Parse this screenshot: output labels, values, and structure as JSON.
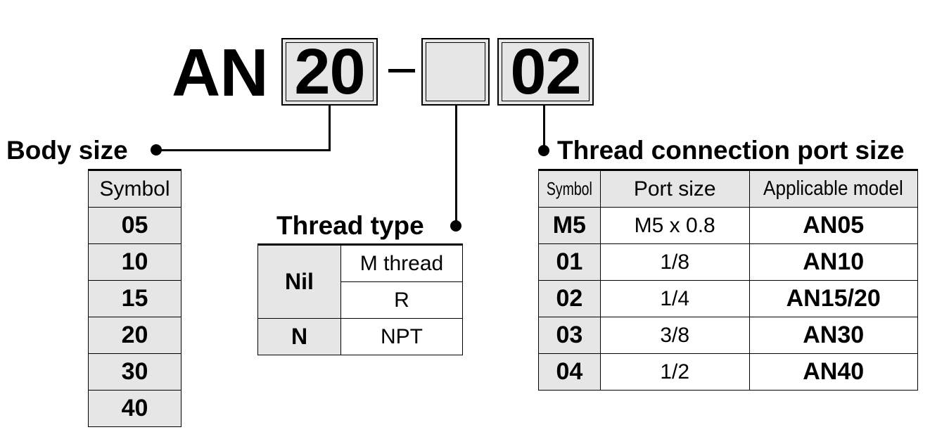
{
  "model_code": {
    "prefix": "AN",
    "body_size_box": "20",
    "thread_type_box": "",
    "port_size_box": "02"
  },
  "body_size": {
    "label": "Body size",
    "header": "Symbol",
    "rows": [
      "05",
      "10",
      "15",
      "20",
      "30",
      "40"
    ]
  },
  "thread_type": {
    "label": "Thread type",
    "rows": [
      {
        "symbol": "Nil",
        "types": [
          "M thread",
          "R"
        ]
      },
      {
        "symbol": "N",
        "types": [
          "NPT"
        ]
      }
    ]
  },
  "thread_connection": {
    "label": "Thread connection port size",
    "headers": [
      "Symbol",
      "Port size",
      "Applicable model"
    ],
    "rows": [
      {
        "symbol": "M5",
        "port_size": "M5 x 0.8",
        "model": "AN05"
      },
      {
        "symbol": "01",
        "port_size": "1/8",
        "model": "AN10"
      },
      {
        "symbol": "02",
        "port_size": "1/4",
        "model": "AN15/20"
      },
      {
        "symbol": "03",
        "port_size": "3/8",
        "model": "AN30"
      },
      {
        "symbol": "04",
        "port_size": "1/2",
        "model": "AN40"
      }
    ]
  },
  "colors": {
    "box_fill": "#e6e6e6",
    "ink": "#000000"
  }
}
